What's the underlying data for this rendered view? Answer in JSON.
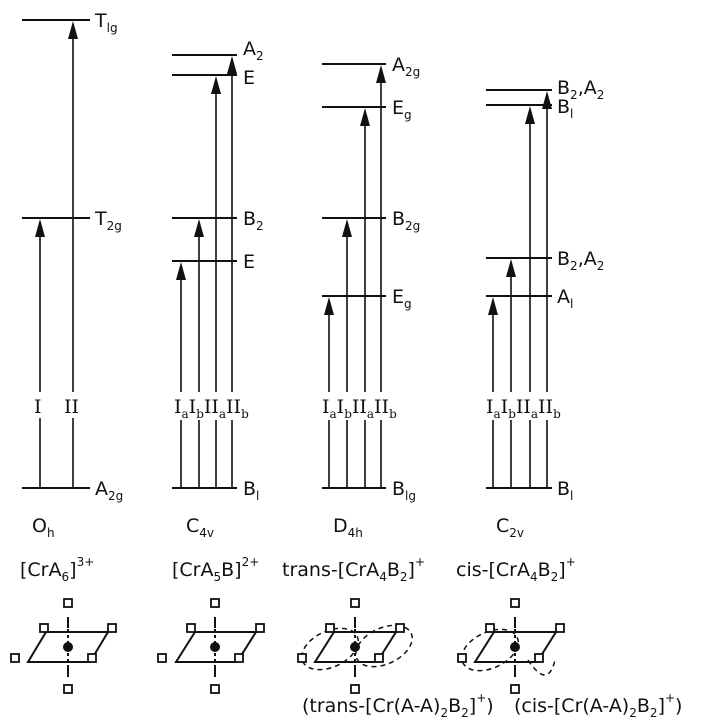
{
  "columns": [
    {
      "id": "oh",
      "group": "O",
      "group_sub": "h",
      "formula_parts": [
        "[CrA",
        "6",
        "]",
        "3+"
      ],
      "top_labels": [
        {
          "base": "T",
          "sub": "lg"
        },
        {
          "base": "T",
          "sub": "2g"
        }
      ],
      "ground": {
        "base": "A",
        "sub": "2g"
      },
      "transitions": [
        {
          "base": "I",
          "sub": ""
        },
        {
          "base": "II",
          "sub": ""
        }
      ]
    },
    {
      "id": "c4v",
      "group": "C",
      "group_sub": "4v",
      "formula_parts": [
        "[CrA",
        "5",
        "B]",
        "2+"
      ],
      "top_labels": [
        {
          "base": "A",
          "sub": "2"
        },
        {
          "base": "E",
          "sub": ""
        },
        {
          "base": "B",
          "sub": "2"
        },
        {
          "base": "E",
          "sub": ""
        }
      ],
      "ground": {
        "base": "B",
        "sub": "l"
      },
      "transitions": [
        {
          "base": "I",
          "sub": "a"
        },
        {
          "base": "I",
          "sub": "b"
        },
        {
          "base": "II",
          "sub": "a"
        },
        {
          "base": "II",
          "sub": "b"
        }
      ]
    },
    {
      "id": "d4h",
      "group": "D",
      "group_sub": "4h",
      "formula_parts": [
        "trans-[CrA",
        "4",
        "B",
        "2",
        "]",
        "+"
      ],
      "top_labels": [
        {
          "base": "A",
          "sub": "2g"
        },
        {
          "base": "E",
          "sub": "g"
        },
        {
          "base": "B",
          "sub": "2g"
        },
        {
          "base": "E",
          "sub": "g"
        }
      ],
      "ground": {
        "base": "B",
        "sub": "lg"
      },
      "transitions": [
        {
          "base": "I",
          "sub": "a"
        },
        {
          "base": "I",
          "sub": "b"
        },
        {
          "base": "II",
          "sub": "a"
        },
        {
          "base": "II",
          "sub": "b"
        }
      ]
    },
    {
      "id": "c2v",
      "group": "C",
      "group_sub": "2v",
      "formula_parts": [
        "cis-[CrA",
        "4",
        "B",
        "2",
        "]",
        "+"
      ],
      "top_labels": [
        {
          "base": "B",
          "sub": "2",
          "extra": ",A",
          "extra_sub": "2"
        },
        {
          "base": "B",
          "sub": "l"
        },
        {
          "base": "B",
          "sub": "2",
          "extra": ",A",
          "extra_sub": "2"
        },
        {
          "base": "A",
          "sub": "l"
        }
      ],
      "ground": {
        "base": "B",
        "sub": "l"
      },
      "transitions": [
        {
          "base": "I",
          "sub": "a"
        },
        {
          "base": "I",
          "sub": "b"
        },
        {
          "base": "II",
          "sub": "a"
        },
        {
          "base": "II",
          "sub": "b"
        }
      ]
    }
  ],
  "bottom_captions": {
    "trans_chelate_parts": [
      "(trans-[Cr(A-A)",
      "2",
      "B",
      "2",
      "]",
      "+",
      ")"
    ],
    "cis_chelate_parts": [
      "(cis-[Cr(A-A)",
      "2",
      "B",
      "2",
      "]",
      "+",
      ")"
    ]
  }
}
